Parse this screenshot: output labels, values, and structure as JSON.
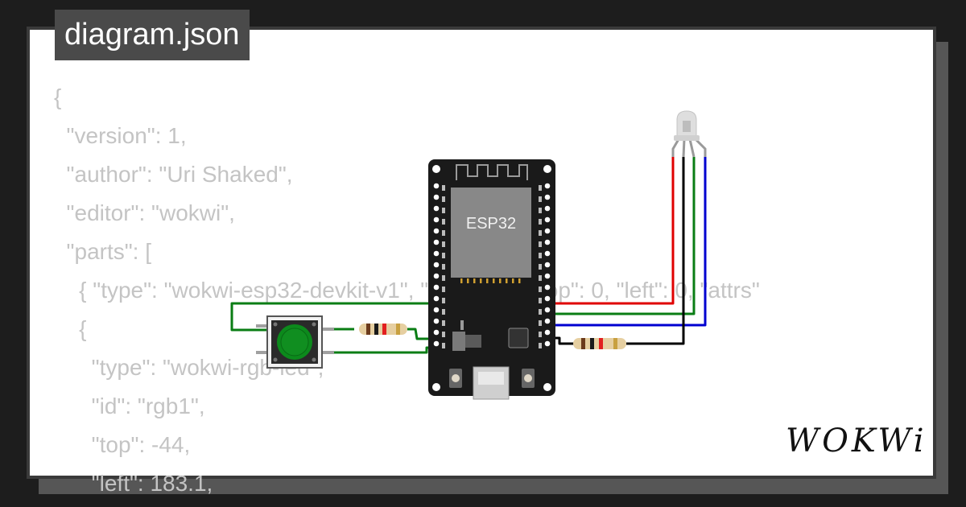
{
  "tab": {
    "title": "diagram.json"
  },
  "code_lines": [
    "{",
    "  \"version\": 1,",
    "  \"author\": \"Uri Shaked\",",
    "  \"editor\": \"wokwi\",",
    "  \"parts\": [",
    "    { \"type\": \"wokwi-esp32-devkit-v1\", \"id\": \"esp\", \"top\": 0, \"left\": 0, \"attrs\"",
    "    {",
    "      \"type\": \"wokwi-rgb-led\",",
    "      \"id\": \"rgb1\",",
    "      \"top\": -44,",
    "      \"left\": 183.1,"
  ],
  "board": {
    "chip_label": "ESP32"
  },
  "brand": {
    "logo_text": "WOKWi"
  },
  "colors": {
    "background": "#1d1d1d",
    "card": "#ffffff",
    "tab": "#4a4a4a",
    "code_text": "#c4c4c4",
    "wire_red": "#e00000",
    "wire_green": "#0a7d14",
    "wire_blue": "#0000d0",
    "wire_black": "#000000",
    "board": "#1a1a1a",
    "button_cap": "#0c8a1c"
  },
  "icons": [
    "esp32-board-icon",
    "pushbutton-icon",
    "resistor-icon",
    "rgb-led-icon",
    "wokwi-logo-icon"
  ]
}
